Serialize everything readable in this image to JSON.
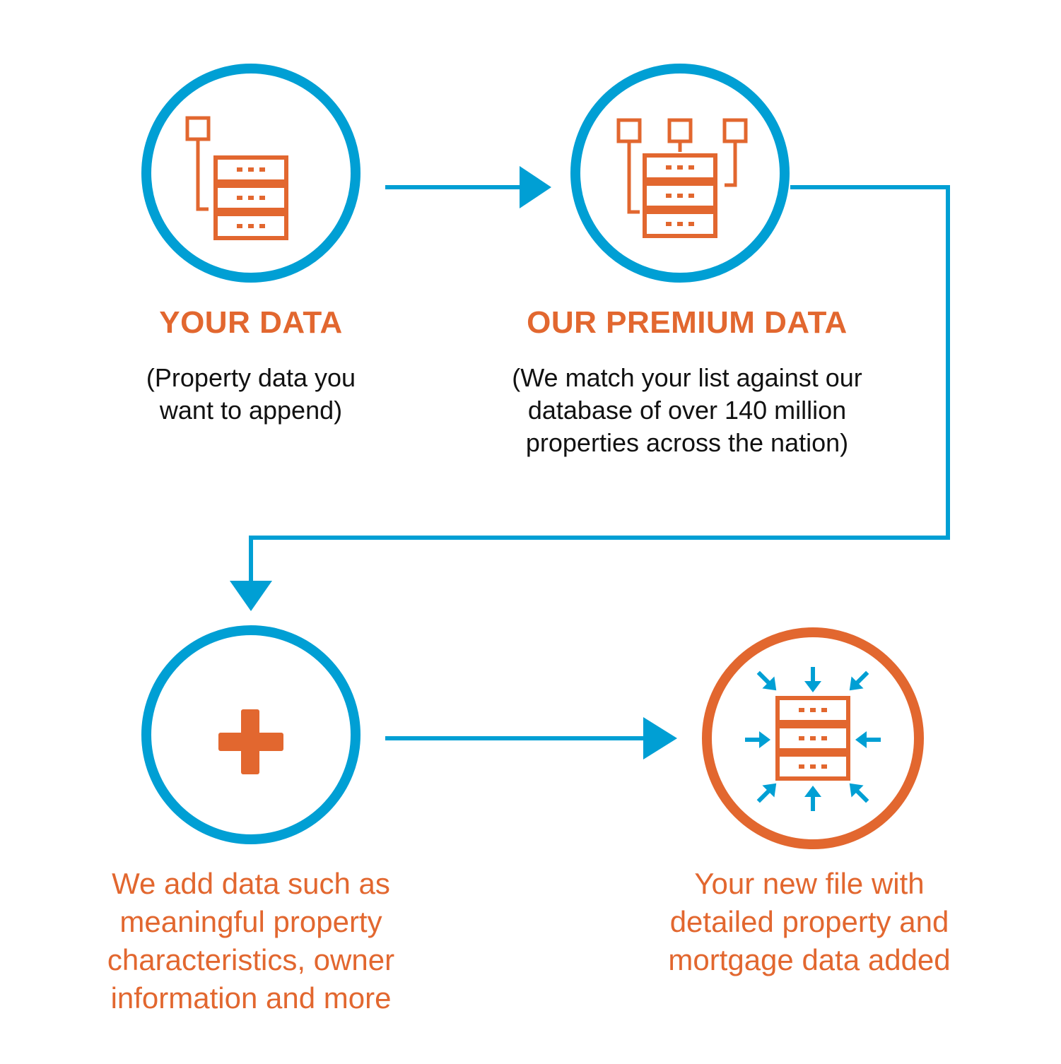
{
  "colors": {
    "blue": "#009FD4",
    "orange": "#E2672F",
    "text": "#111111"
  },
  "steps": [
    {
      "title": "YOUR DATA",
      "desc_lines": [
        "(Property data you",
        "want to append)"
      ],
      "icon": "server-with-one-connector-icon"
    },
    {
      "title": "OUR PREMIUM DATA",
      "desc_lines": [
        "(We match your list against our",
        "database of over 140 million",
        "properties across the nation)"
      ],
      "icon": "server-with-three-connectors-icon"
    },
    {
      "caption_lines": [
        "We add data such as",
        "meaningful property",
        "characteristics, owner",
        "information and more"
      ],
      "icon": "plus-icon"
    },
    {
      "caption_lines": [
        "Your new file with",
        "detailed property and",
        "mortgage data added"
      ],
      "icon": "server-with-inward-arrows-icon"
    }
  ]
}
